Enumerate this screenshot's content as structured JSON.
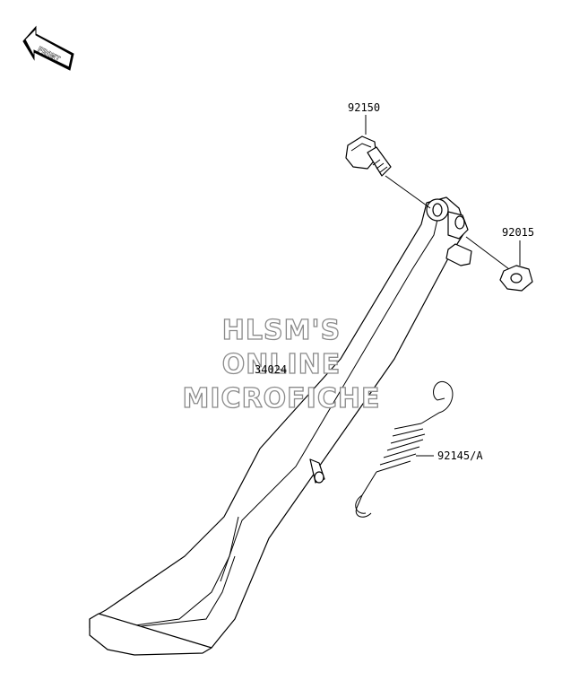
{
  "front_marker": {
    "text": "FRONT",
    "icon": "front-arrow-icon"
  },
  "parts": [
    {
      "id": "bolt",
      "number": "92150"
    },
    {
      "id": "nut",
      "number": "92015"
    },
    {
      "id": "stand",
      "number": "34024"
    },
    {
      "id": "spring",
      "number": "92145/A"
    }
  ],
  "watermark": {
    "line1": "HLSM'S",
    "line2": "ONLINE",
    "line3": "MICROFICHE"
  }
}
